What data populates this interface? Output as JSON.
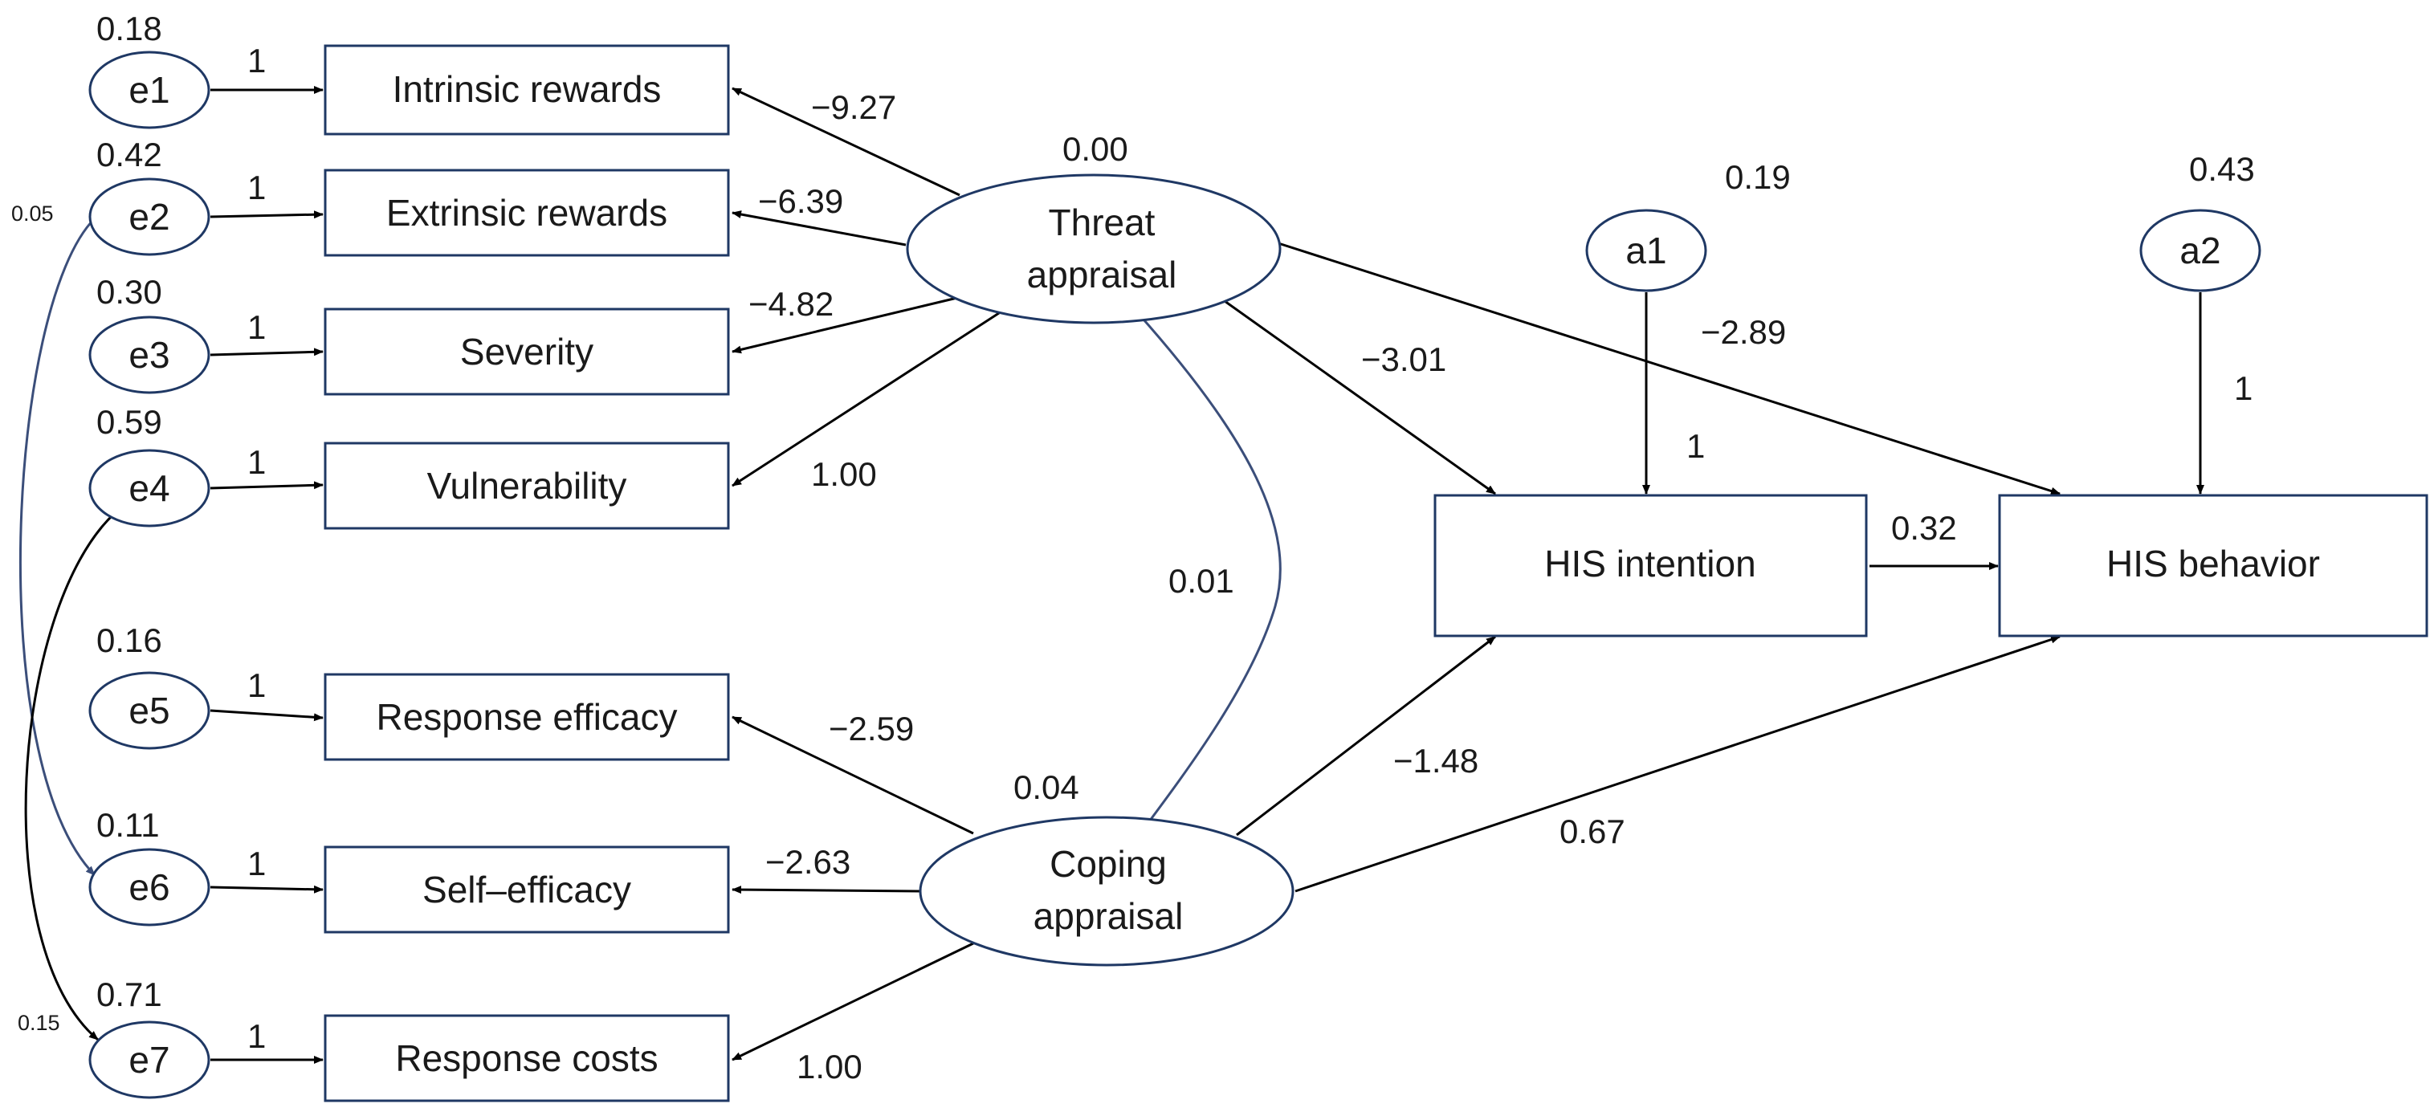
{
  "nodes": {
    "e1": "e1",
    "e2": "e2",
    "e3": "e3",
    "e4": "e4",
    "e5": "e5",
    "e6": "e6",
    "e7": "e7",
    "a1": "a1",
    "a2": "a2",
    "intrinsic_rewards": "Intrinsic rewards",
    "extrinsic_rewards": "Extrinsic rewards",
    "severity": "Severity",
    "vulnerability": "Vulnerability",
    "response_efficacy": "Response efficacy",
    "self_efficacy": "Self–efficacy",
    "response_costs": "Response costs",
    "threat_appraisal": [
      "Threat",
      "appraisal"
    ],
    "coping_appraisal": [
      "Coping",
      "appraisal"
    ],
    "his_intention": "HIS intention",
    "his_behavior": "HIS behavior"
  },
  "variances": {
    "e1": "0.18",
    "e2": "0.42",
    "e3": "0.30",
    "e4": "0.59",
    "e5": "0.16",
    "e6": "0.11",
    "e7": "0.71",
    "threat_appraisal": "0.00",
    "coping_appraisal": "0.04",
    "a1": "0.19",
    "a2": "0.43"
  },
  "fixed_loadings": {
    "e1": "1",
    "e2": "1",
    "e3": "1",
    "e4": "1",
    "e5": "1",
    "e6": "1",
    "e7": "1",
    "a1": "1",
    "a2": "1"
  },
  "paths": {
    "threat_to_intrinsic": "−9.27",
    "threat_to_extrinsic": "−6.39",
    "threat_to_severity": "−4.82",
    "threat_to_vulnerability": "1.00",
    "coping_to_response_efficacy": "−2.59",
    "coping_to_self_efficacy": "−2.63",
    "coping_to_response_costs": "1.00",
    "threat_to_intention": "−3.01",
    "threat_to_behavior": "−2.89",
    "coping_to_intention": "−1.48",
    "coping_to_behavior": "0.67",
    "intention_to_behavior": "0.32"
  },
  "covariances": {
    "threat_coping": "0.01",
    "e2_e6": "0.05",
    "e4_e7": "0.15"
  }
}
